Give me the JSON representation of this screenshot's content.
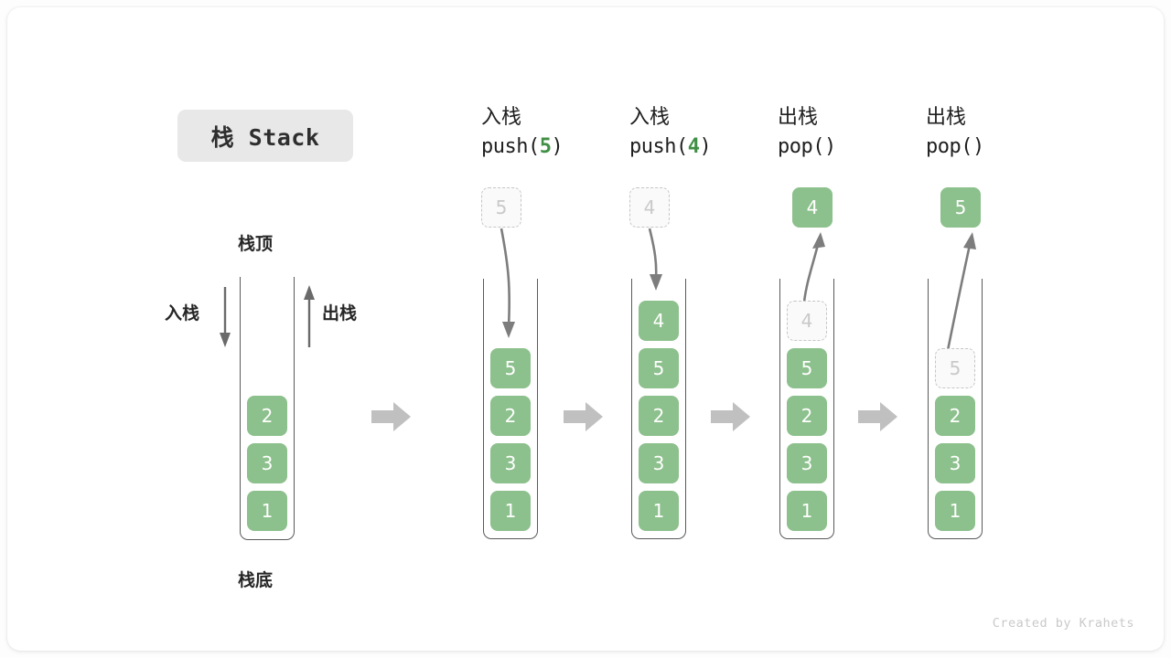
{
  "diagram": {
    "title_badge": "栈 Stack",
    "footer_credit": "Created by Krahets",
    "colors": {
      "cell_fill": "#8cc08c",
      "cell_text": "#ffffff",
      "ghost_border": "#c6c6c6",
      "ghost_text": "#c9c9c9",
      "accent_arg": "#3f8f44",
      "frame_stroke": "#5a5a5a",
      "step_arrow": "#c0c0c0",
      "badge_bg": "#e8e8e8"
    },
    "legend": {
      "top_label": "栈顶",
      "bottom_label": "栈底",
      "push_label": "入栈",
      "pop_label": "出栈"
    },
    "columns": [
      {
        "id": "initial",
        "op_cn": "",
        "op_code": "",
        "op_arg": "",
        "cells": [
          "2",
          "3",
          "1"
        ],
        "floating": null,
        "ghost_in_stack": null
      },
      {
        "id": "push-5",
        "op_cn": "入栈",
        "op_code_prefix": "push(",
        "op_arg": "5",
        "op_code_suffix": ")",
        "cells": [
          "5",
          "2",
          "3",
          "1"
        ],
        "floating": {
          "value": "5",
          "style": "ghost"
        },
        "ghost_in_stack": null
      },
      {
        "id": "push-4",
        "op_cn": "入栈",
        "op_code_prefix": "push(",
        "op_arg": "4",
        "op_code_suffix": ")",
        "cells": [
          "4",
          "5",
          "2",
          "3",
          "1"
        ],
        "floating": {
          "value": "4",
          "style": "ghost"
        },
        "ghost_in_stack": null
      },
      {
        "id": "pop-4",
        "op_cn": "出栈",
        "op_code_prefix": "pop(",
        "op_arg": "",
        "op_code_suffix": ")",
        "cells": [
          "5",
          "2",
          "3",
          "1"
        ],
        "floating": {
          "value": "4",
          "style": "solid"
        },
        "ghost_in_stack": {
          "value": "4"
        }
      },
      {
        "id": "pop-5",
        "op_cn": "出栈",
        "op_code_prefix": "pop(",
        "op_arg": "",
        "op_code_suffix": ")",
        "cells": [
          "2",
          "3",
          "1"
        ],
        "floating": {
          "value": "5",
          "style": "solid"
        },
        "ghost_in_stack": {
          "value": "5"
        }
      }
    ]
  }
}
